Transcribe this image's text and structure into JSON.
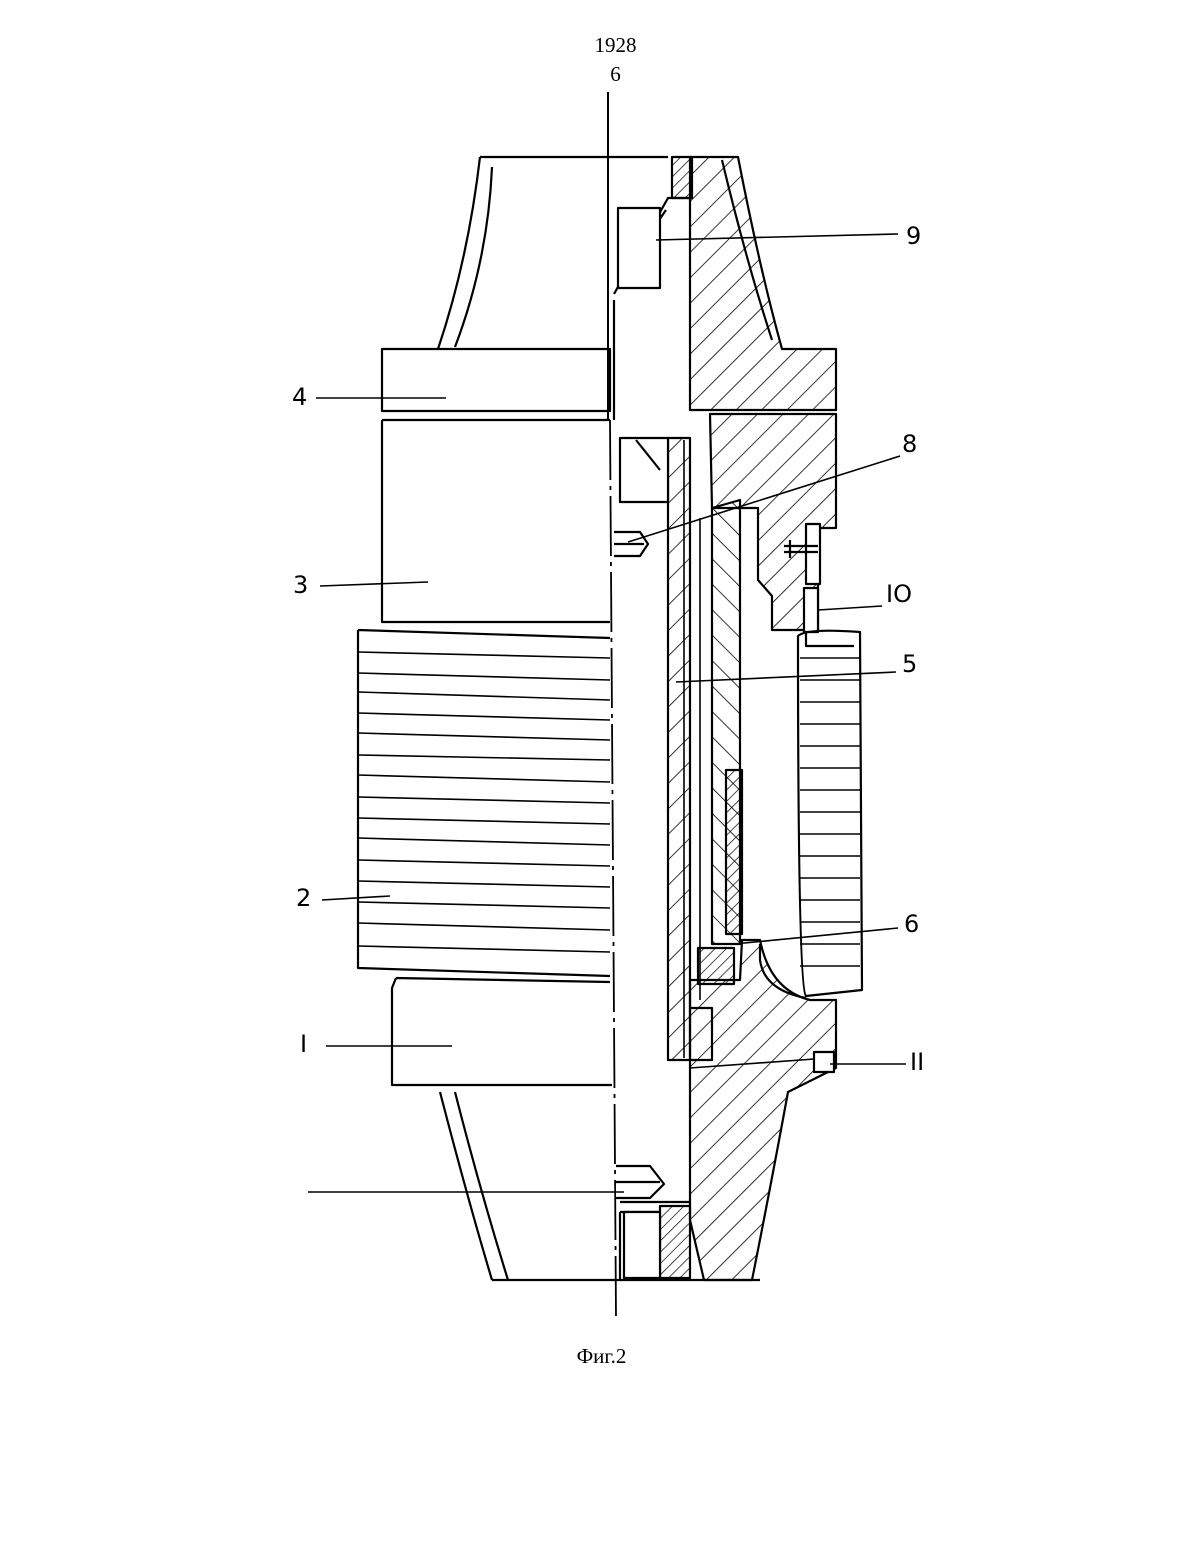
{
  "header": {
    "document_number": "1928",
    "page_number": "6"
  },
  "figure": {
    "caption": "Фиг.2",
    "labels": {
      "l1": "I",
      "l2": "2",
      "l3": "3",
      "l4": "4",
      "l5": "5",
      "l6": "6",
      "l8": "8",
      "l9": "9",
      "l10": "IO",
      "l11": "II"
    }
  }
}
